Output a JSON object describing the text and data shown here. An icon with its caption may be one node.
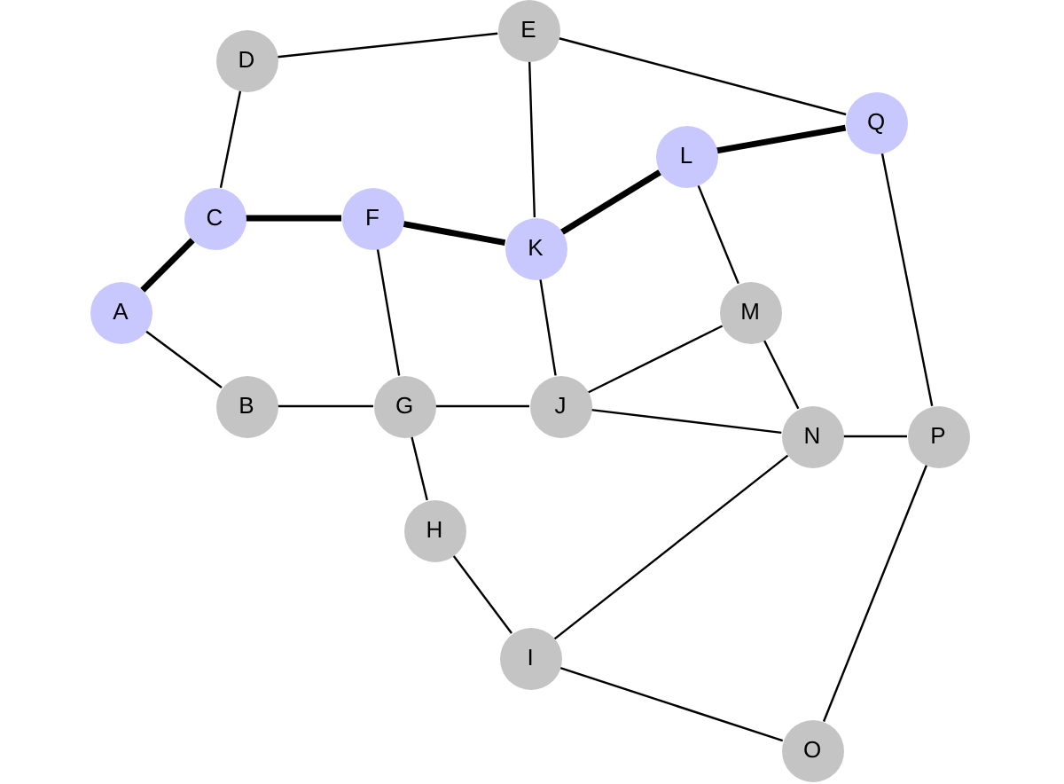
{
  "diagram": {
    "nodes": [
      {
        "text": [
          "A"
        ]
      },
      {
        "text": [
          "B"
        ]
      },
      {
        "text": [
          "C"
        ]
      },
      {
        "text": [
          "D"
        ]
      },
      {
        "text": [
          "E"
        ]
      },
      {
        "text": [
          "F"
        ]
      },
      {
        "text": [
          "G"
        ]
      },
      {
        "text": [
          "H"
        ]
      },
      {
        "text": [
          "I"
        ]
      },
      {
        "text": [
          "J"
        ]
      },
      {
        "text": [
          "K"
        ]
      },
      {
        "text": [
          "L"
        ]
      },
      {
        "text": [
          "M"
        ]
      },
      {
        "text": [
          "N"
        ]
      },
      {
        "text": [
          "O"
        ]
      },
      {
        "text": [
          "P"
        ]
      },
      {
        "text": [
          "Q"
        ]
      }
    ],
    "edges": [
      {
        "from": 0,
        "to": 2,
        "arrow": "none",
        "style": "thick"
      },
      {
        "from": 0,
        "to": 1,
        "arrow": "none"
      },
      {
        "from": 2,
        "to": 3,
        "arrow": "none"
      },
      {
        "from": 2,
        "to": 5,
        "arrow": "none",
        "style": "thick"
      },
      {
        "from": 3,
        "to": 4,
        "arrow": "none"
      },
      {
        "from": 4,
        "to": 10,
        "arrow": "none"
      },
      {
        "from": 4,
        "to": 16,
        "arrow": "none"
      },
      {
        "from": 5,
        "to": 10,
        "arrow": "none",
        "style": "thick"
      },
      {
        "from": 5,
        "to": 6,
        "arrow": "none"
      },
      {
        "from": 1,
        "to": 6,
        "arrow": "none"
      },
      {
        "from": 6,
        "to": 9,
        "arrow": "none"
      },
      {
        "from": 6,
        "to": 7,
        "arrow": "none"
      },
      {
        "from": 10,
        "to": 11,
        "arrow": "none",
        "style": "thick"
      },
      {
        "from": 10,
        "to": 9,
        "arrow": "none"
      },
      {
        "from": 11,
        "to": 16,
        "arrow": "none",
        "style": "thick"
      },
      {
        "from": 11,
        "to": 12,
        "arrow": "none"
      },
      {
        "from": 12,
        "to": 9,
        "arrow": "none"
      },
      {
        "from": 12,
        "to": 13,
        "arrow": "none"
      },
      {
        "from": 9,
        "to": 13,
        "arrow": "none"
      },
      {
        "from": 13,
        "to": 15,
        "arrow": "none"
      },
      {
        "from": 16,
        "to": 15,
        "arrow": "none"
      },
      {
        "from": 13,
        "to": 8,
        "arrow": "none"
      },
      {
        "from": 7,
        "to": 8,
        "arrow": "none"
      },
      {
        "from": 8,
        "to": 14,
        "arrow": "none"
      },
      {
        "from": 15,
        "to": 14,
        "arrow": "none"
      }
    ]
  }
}
